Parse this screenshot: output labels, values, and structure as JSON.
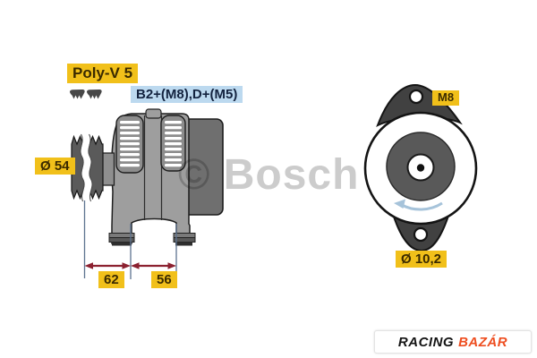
{
  "diagram": {
    "type": "technical-drawing",
    "subject": "alternator, side view and drive-end view",
    "labels": {
      "belt_type": "Poly-V 5",
      "terminals": "B2+(M8),D+(M5)",
      "pulley_diameter": "Ø 54",
      "mount_thread": "M8",
      "hole_diameter": "Ø 10,2",
      "dim_front": "62",
      "dim_rear": "56"
    },
    "watermark": {
      "text": "© Bosch"
    },
    "colors": {
      "label_yellow_bg": "#f1c01a",
      "label_yellow_text": "#3a2a00",
      "label_blue_bg": "#bcd9ef",
      "label_blue_text": "#13233f",
      "dimension_arrow": "#8c2130",
      "extension_line": "#5d7390",
      "rotation_arrow": "#a6c3da",
      "watermark_gray": "#cccccc",
      "body_gray": "#9e9e9e",
      "pulley_gray": "#5a5a5a",
      "rear_block_gray": "#6f6f6f"
    }
  },
  "logo": {
    "part1": "RACING",
    "part2": "BAZÁR",
    "part2_color": "#ee4e20"
  }
}
